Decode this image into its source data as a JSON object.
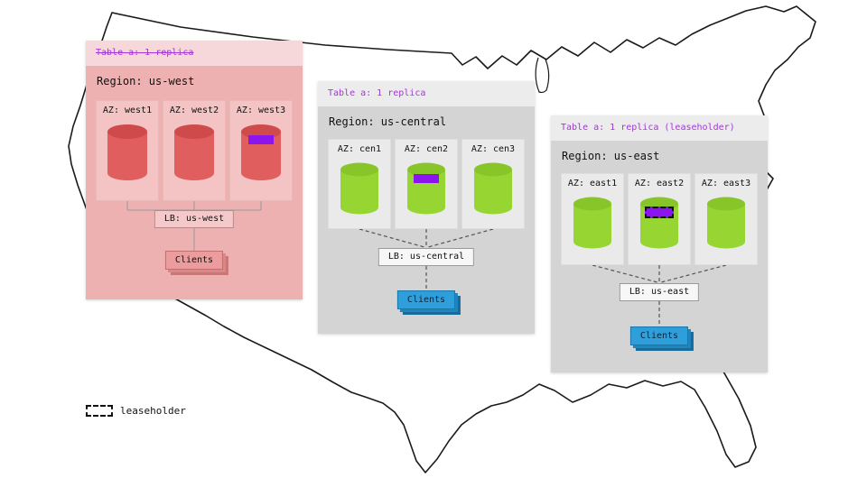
{
  "legend": {
    "label": "leaseholder"
  },
  "regions": {
    "west": {
      "table_label": "Table a: 1 replica",
      "table_label_struck_through": true,
      "region_label": "Region: us-west",
      "azs": [
        {
          "label": "AZ: west1",
          "has_replica_chip": false
        },
        {
          "label": "AZ: west2",
          "has_replica_chip": false
        },
        {
          "label": "AZ: west3",
          "has_replica_chip": true
        }
      ],
      "lb_label": "LB: us-west",
      "clients_label": "Clients"
    },
    "central": {
      "table_label": "Table a: 1 replica",
      "region_label": "Region: us-central",
      "azs": [
        {
          "label": "AZ: cen1",
          "has_replica_chip": false
        },
        {
          "label": "AZ: cen2",
          "has_replica_chip": true
        },
        {
          "label": "AZ: cen3",
          "has_replica_chip": false
        }
      ],
      "lb_label": "LB: us-central",
      "clients_label": "Clients"
    },
    "east": {
      "table_label": "Table a: 1 replica (leaseholder)",
      "region_label": "Region: us-east",
      "azs": [
        {
          "label": "AZ: east1",
          "has_replica_chip": false
        },
        {
          "label": "AZ: east2",
          "has_replica_chip": true,
          "is_leaseholder": true
        },
        {
          "label": "AZ: east3",
          "has_replica_chip": false
        }
      ],
      "lb_label": "LB: us-east",
      "clients_label": "Clients"
    }
  },
  "colors": {
    "table_label_purple": "#a336d9",
    "replica_chip_purple": "#8a15ef",
    "west_panel_tint": "#eeb1b1",
    "west_cylinder_red": "#e05e5e",
    "replica_cylinder_green": "#97d632",
    "clients_blue": "#2f9fdc",
    "clients_pink": "#ec9c9c",
    "panel_gray": "#d4d4d4"
  }
}
